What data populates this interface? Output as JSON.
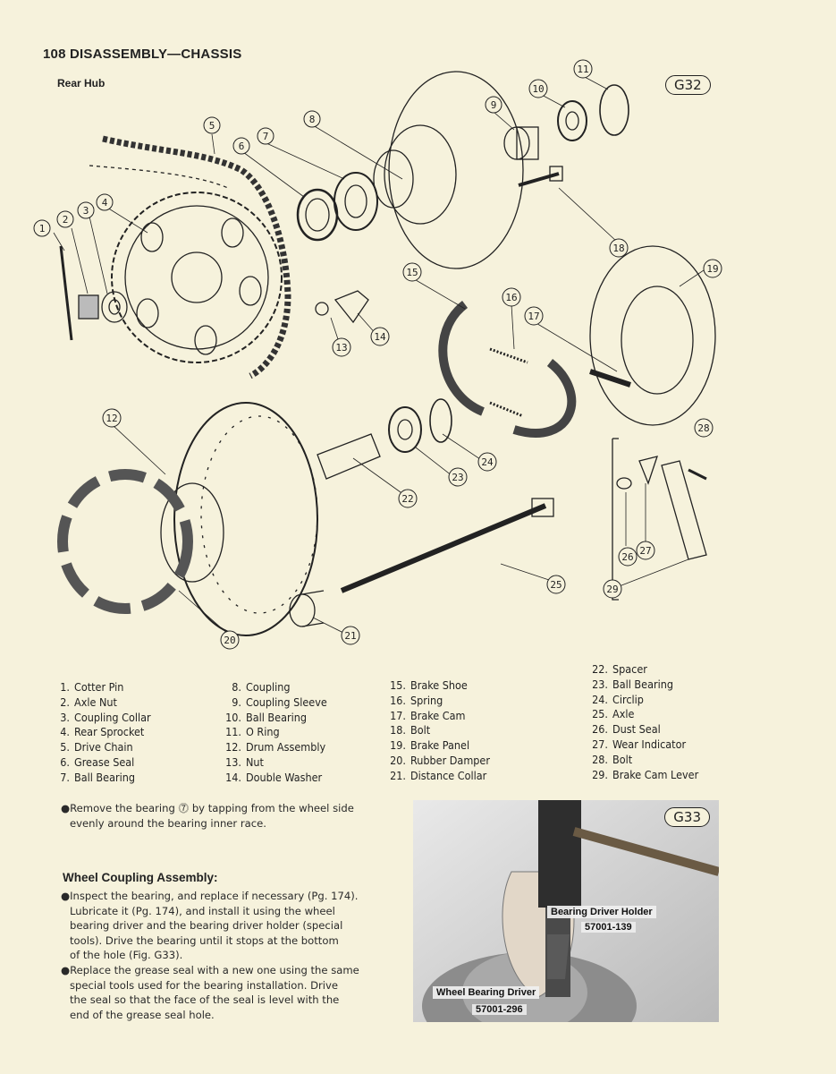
{
  "page": {
    "header": "108 DISASSEMBLY—CHASSIS",
    "subheader": "Rear Hub"
  },
  "figure_g32": {
    "badge": "G32",
    "callouts": [
      "1",
      "2",
      "3",
      "4",
      "5",
      "6",
      "7",
      "8",
      "9",
      "10",
      "11",
      "12",
      "13",
      "14",
      "15",
      "16",
      "17",
      "18",
      "19",
      "20",
      "21",
      "22",
      "23",
      "24",
      "25",
      "26",
      "27",
      "28",
      "29"
    ]
  },
  "legend": {
    "col1": [
      {
        "num": "1.",
        "label": "Cotter Pin"
      },
      {
        "num": "2.",
        "label": "Axle Nut"
      },
      {
        "num": "3.",
        "label": "Coupling Collar"
      },
      {
        "num": "4.",
        "label": "Rear Sprocket"
      },
      {
        "num": "5.",
        "label": "Drive Chain"
      },
      {
        "num": "6.",
        "label": "Grease Seal"
      },
      {
        "num": "7.",
        "label": "Ball Bearing"
      }
    ],
    "col2": [
      {
        "num": "8.",
        "label": "Coupling"
      },
      {
        "num": "9.",
        "label": "Coupling Sleeve"
      },
      {
        "num": "10.",
        "label": "Ball Bearing"
      },
      {
        "num": "11.",
        "label": "O Ring"
      },
      {
        "num": "12.",
        "label": "Drum Assembly"
      },
      {
        "num": "13.",
        "label": "Nut"
      },
      {
        "num": "14.",
        "label": "Double Washer"
      }
    ],
    "col3": [
      {
        "num": "15.",
        "label": "Brake Shoe"
      },
      {
        "num": "16.",
        "label": "Spring"
      },
      {
        "num": "17.",
        "label": "Brake Cam"
      },
      {
        "num": "18.",
        "label": "Bolt"
      },
      {
        "num": "19.",
        "label": "Brake Panel"
      },
      {
        "num": "20.",
        "label": "Rubber Damper"
      },
      {
        "num": "21.",
        "label": "Distance Collar"
      }
    ],
    "col4": [
      {
        "num": "22.",
        "label": "Spacer"
      },
      {
        "num": "23.",
        "label": "Ball Bearing"
      },
      {
        "num": "24.",
        "label": "Circlip"
      },
      {
        "num": "25.",
        "label": "Axle"
      },
      {
        "num": "26.",
        "label": "Dust Seal"
      },
      {
        "num": "27.",
        "label": "Wear Indicator"
      },
      {
        "num": "28.",
        "label": "Bolt"
      },
      {
        "num": "29.",
        "label": "Brake Cam Lever"
      }
    ]
  },
  "text": {
    "remove_line1": "●Remove the bearing ⓻ by tapping from the wheel side",
    "remove_line2": "evenly around the bearing inner race.",
    "section_title": "Wheel Coupling Assembly:",
    "inspect_lines": [
      "●Inspect the bearing, and replace if necessary (Pg. 174).",
      "Lubricate it (Pg. 174), and install it using the wheel",
      "bearing driver and the bearing driver holder (special",
      "tools). Drive the bearing until it stops at the bottom",
      "of the hole (Fig. G33)."
    ],
    "replace_lines": [
      "●Replace the grease seal with a new one using the same",
      "special tools used for the bearing installation. Drive",
      "the seal so that the face of the seal is level with the",
      "end of the grease seal hole."
    ]
  },
  "figure_g33": {
    "badge": "G33",
    "holder_label": "Bearing Driver Holder",
    "holder_part": "57001-139",
    "driver_label": "Wheel Bearing Driver",
    "driver_part": "57001-296"
  }
}
